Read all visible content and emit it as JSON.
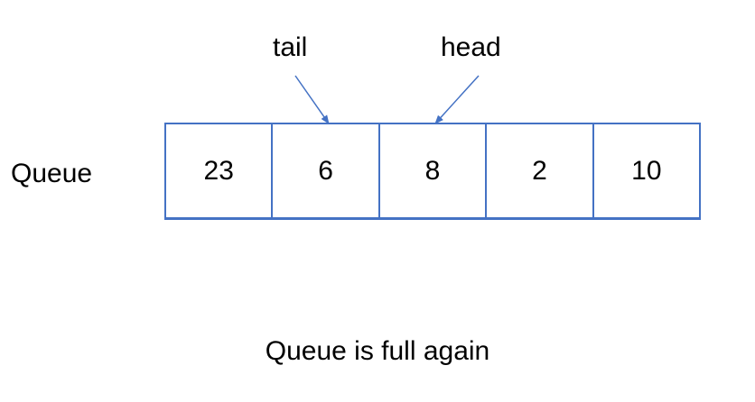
{
  "pointers": {
    "tail_label": "tail",
    "head_label": "head",
    "tail_index": 1,
    "head_index": 2
  },
  "queue": {
    "label": "Queue",
    "cells": [
      "23",
      "6",
      "8",
      "2",
      "10"
    ]
  },
  "caption": "Queue is full again",
  "colors": {
    "box_border": "#4472c4",
    "arrow": "#4472c4",
    "text": "#000000"
  }
}
